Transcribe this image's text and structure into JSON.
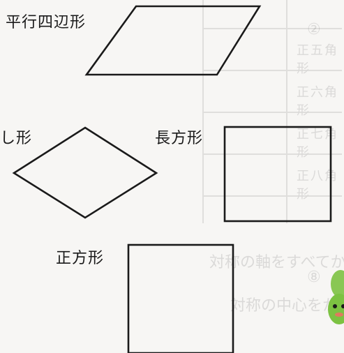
{
  "labels": {
    "parallelogram": "平行四辺形",
    "rhombus": "し形",
    "rectangle": "長方形",
    "square": "正方形"
  },
  "ghost_table": {
    "rows": [
      "正五角形",
      "正六角形",
      "正七角形",
      "正八角形"
    ]
  },
  "ghost_text": {
    "line1": "対称の軸をすべてかきましょう。",
    "line2": "対称の中心をかきましょう。",
    "circle_mark": "②",
    "circle_mark_2": "⑧"
  },
  "colors": {
    "ink": "#1a1a1a",
    "paper": "#f7f6f4",
    "mascot": "#7cc242"
  }
}
